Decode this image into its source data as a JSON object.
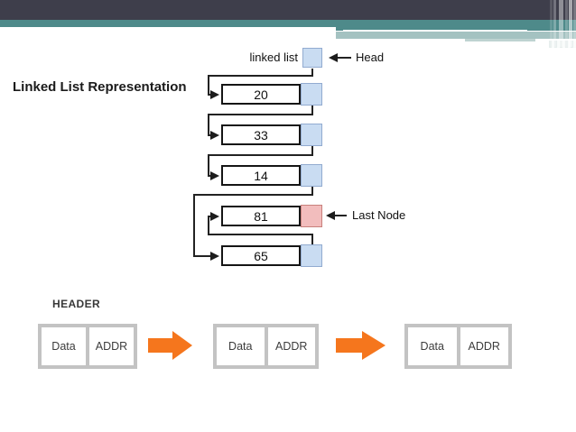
{
  "slide": {
    "title": "Linked List Representation",
    "colors": {
      "top_bar": "#3E3E4B",
      "teal": "#4E8A8A",
      "light_teal": "#A4C2C1",
      "arrow_orange": "#F5761D",
      "node_pointer_blue": "#C9DCF2",
      "last_pointer_red": "#F2BDBD"
    }
  },
  "diagram": {
    "head_label": "linked list",
    "head_pointer_label": "Head",
    "last_node_label": "Last Node",
    "nodes": [
      {
        "value": "20"
      },
      {
        "value": "33"
      },
      {
        "value": "14"
      },
      {
        "value": "81",
        "note": "last node"
      },
      {
        "value": "65"
      }
    ]
  },
  "memory": {
    "header_label": "HEADER",
    "cells": [
      {
        "data": "Data",
        "addr": "ADDR"
      },
      {
        "data": "Data",
        "addr": "ADDR"
      },
      {
        "data": "Data",
        "addr": "ADDR"
      }
    ]
  }
}
